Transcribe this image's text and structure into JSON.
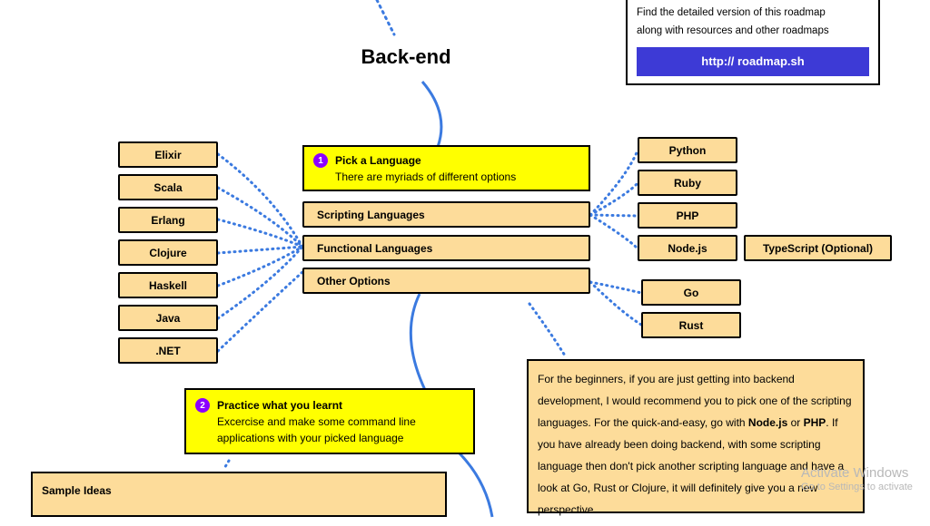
{
  "title": "Back-end",
  "info_box": {
    "line1": "Find the detailed version of this roadmap",
    "line2": "along with resources and other roadmaps",
    "link": "http:// roadmap.sh"
  },
  "step1": {
    "number": "1",
    "title": "Pick a Language",
    "subtitle": "There are myriads of different options"
  },
  "categories": {
    "scripting": "Scripting Languages",
    "functional": "Functional Languages",
    "other": "Other Options"
  },
  "functional_langs": [
    "Elixir",
    "Scala",
    "Erlang",
    "Clojure",
    "Haskell",
    "Java",
    ".NET"
  ],
  "scripting_langs": [
    "Python",
    "Ruby",
    "PHP",
    "Node.js"
  ],
  "typescript": "TypeScript (Optional)",
  "other_langs": [
    "Go",
    "Rust"
  ],
  "tip": {
    "part1": "For the beginners, if you are just getting into backend development, I would recommend you to pick one of the scripting languages. For the quick-and-easy, go with ",
    "node": "Node.js",
    "or": " or ",
    "php": "PHP",
    "part2": ". If you have already been doing backend, with some scripting language then don't pick another scripting language and have a look at Go, Rust or Clojure, it will definitely give you a new perspective."
  },
  "step2": {
    "number": "2",
    "title": "Practice what you learnt",
    "line1": "Excercise and make some command line",
    "line2": "applications with your picked language"
  },
  "sample_ideas": "Sample Ideas",
  "watermark": {
    "line1": "Activate Windows",
    "line2": "Go to Settings to activate"
  },
  "colors": {
    "main_path": "#3b7ae0",
    "connector": "#3b7ae0",
    "node_fill": "#fddc9a",
    "highlight_fill": "#ffff00",
    "link_button": "#3d3ad6",
    "badge": "#8b00ff"
  }
}
